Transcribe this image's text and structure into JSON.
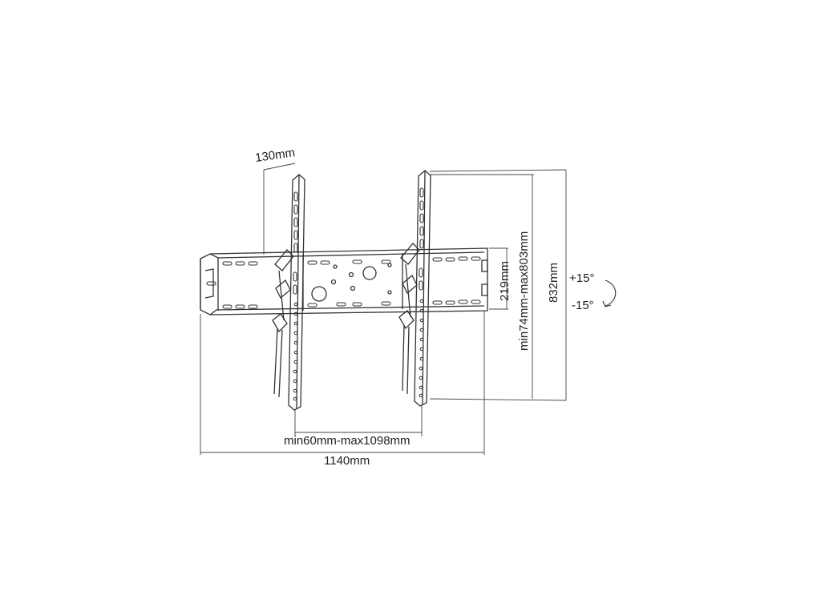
{
  "dimensions": {
    "mount_depth": "130mm",
    "arm_spacing": "min60mm-max1098mm",
    "overall_width": "1140mm",
    "vertical_adjust": "219mm",
    "vesa_height_range": "min74mm-max803mm",
    "overall_height": "832mm"
  },
  "tilt": {
    "up": "+15°",
    "down": "-15°"
  },
  "colors": {
    "line": "#333333",
    "text": "#222222"
  }
}
